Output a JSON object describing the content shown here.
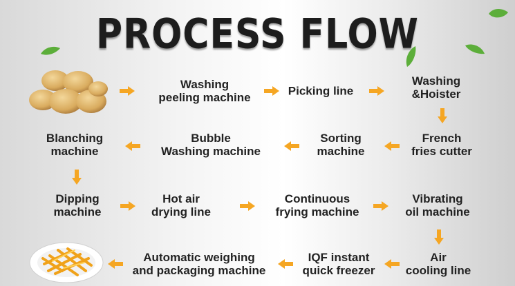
{
  "title": "PROCESS FLOW",
  "colors": {
    "arrow": "#f5a623",
    "text": "#222222",
    "leaf": "#5cae3a"
  },
  "steps": {
    "washing_peeling": [
      "Washing",
      "peeling  machine"
    ],
    "picking_line": [
      "Picking line"
    ],
    "washing_hoister": [
      "Washing",
      "&Hoister"
    ],
    "french_fries_cutter": [
      "French",
      "fries cutter"
    ],
    "sorting_machine": [
      "Sorting",
      "machine"
    ],
    "bubble_washing": [
      "Bubble",
      "Washing machine"
    ],
    "blanching_machine": [
      "Blanching",
      "machine"
    ],
    "dipping_machine": [
      "Dipping",
      "machine"
    ],
    "hot_air_drying": [
      "Hot air",
      "drying line"
    ],
    "continuous_frying": [
      "Continuous",
      "frying machine"
    ],
    "vibrating_oil": [
      "Vibrating",
      "oil machine"
    ],
    "air_cooling": [
      "Air",
      "cooling line"
    ],
    "iqf_freezer": [
      "IQF instant",
      "quick freezer"
    ],
    "weighing_packaging": [
      "Automatic weighing",
      "and packaging machine"
    ]
  },
  "images": {
    "start": "potatoes-icon",
    "end": "french-fries-plate-icon"
  }
}
